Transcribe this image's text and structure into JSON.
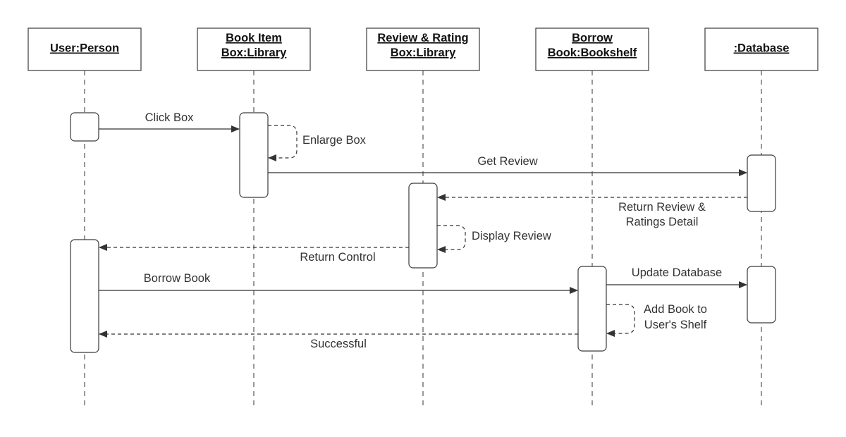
{
  "participants": [
    {
      "id": "user",
      "lines": [
        "User:Person"
      ]
    },
    {
      "id": "book",
      "lines": [
        "Book Item",
        "Box:Library"
      ]
    },
    {
      "id": "review",
      "lines": [
        "Review & Rating",
        "Box:Library"
      ]
    },
    {
      "id": "borrow",
      "lines": [
        "Borrow",
        "Book:Bookshelf"
      ]
    },
    {
      "id": "db",
      "lines": [
        ":Database"
      ]
    }
  ],
  "messages": {
    "click_box": "Click Box",
    "enlarge_box": "Enlarge Box",
    "get_review": "Get Review",
    "return_review": [
      "Return Review &",
      "Ratings Detail"
    ],
    "display_review": "Display Review",
    "return_control": "Return Control",
    "borrow_book": "Borrow Book",
    "update_database": "Update Database",
    "add_book": [
      "Add Book to",
      "User's Shelf"
    ],
    "successful": "Successful"
  }
}
